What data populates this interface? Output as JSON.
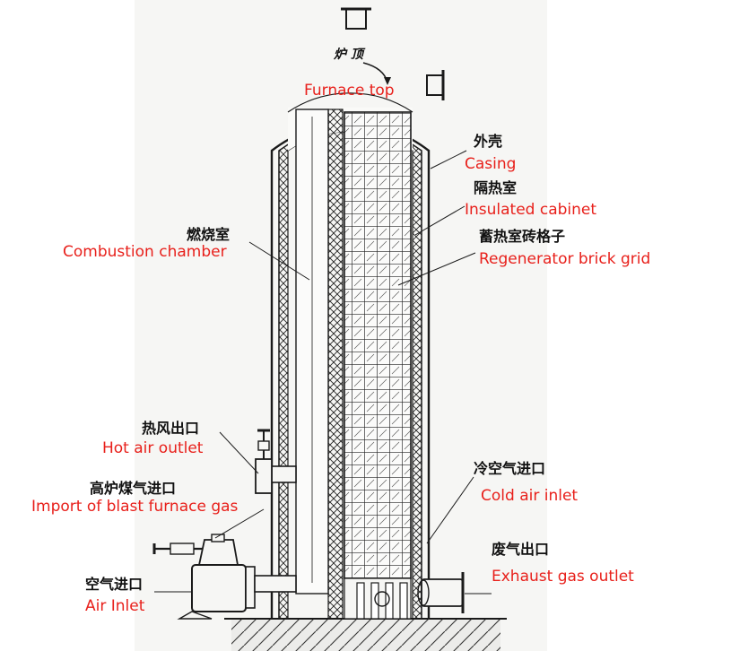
{
  "colors": {
    "label_en": "#e8201b",
    "label_cn": "#111111",
    "line": "#1a1a1a",
    "paper": "#f6f6f4"
  },
  "furnace_top": {
    "cn": "炉 顶",
    "en": "Furnace top"
  },
  "casing": {
    "cn": "外壳",
    "en": "Casing"
  },
  "insulated_cabinet": {
    "cn": "隔热室",
    "en": "Insulated cabinet"
  },
  "brick_grid": {
    "cn": "蓄热室砖格子",
    "en": "Regenerator brick grid"
  },
  "combustion_chamber": {
    "cn": "燃烧室",
    "en": "Combustion chamber"
  },
  "hot_air_outlet": {
    "cn": "热风出口",
    "en": "Hot air outlet"
  },
  "blast_furnace_gas": {
    "cn": "高炉煤气进口",
    "en": "Import of blast furnace gas"
  },
  "cold_air_inlet": {
    "cn": "冷空气进口",
    "en": "Cold air inlet"
  },
  "exhaust_gas_outlet": {
    "cn": "废气出口",
    "en": "Exhaust gas outlet"
  },
  "air_inlet": {
    "cn": "空气进口",
    "en": "Air Inlet"
  }
}
